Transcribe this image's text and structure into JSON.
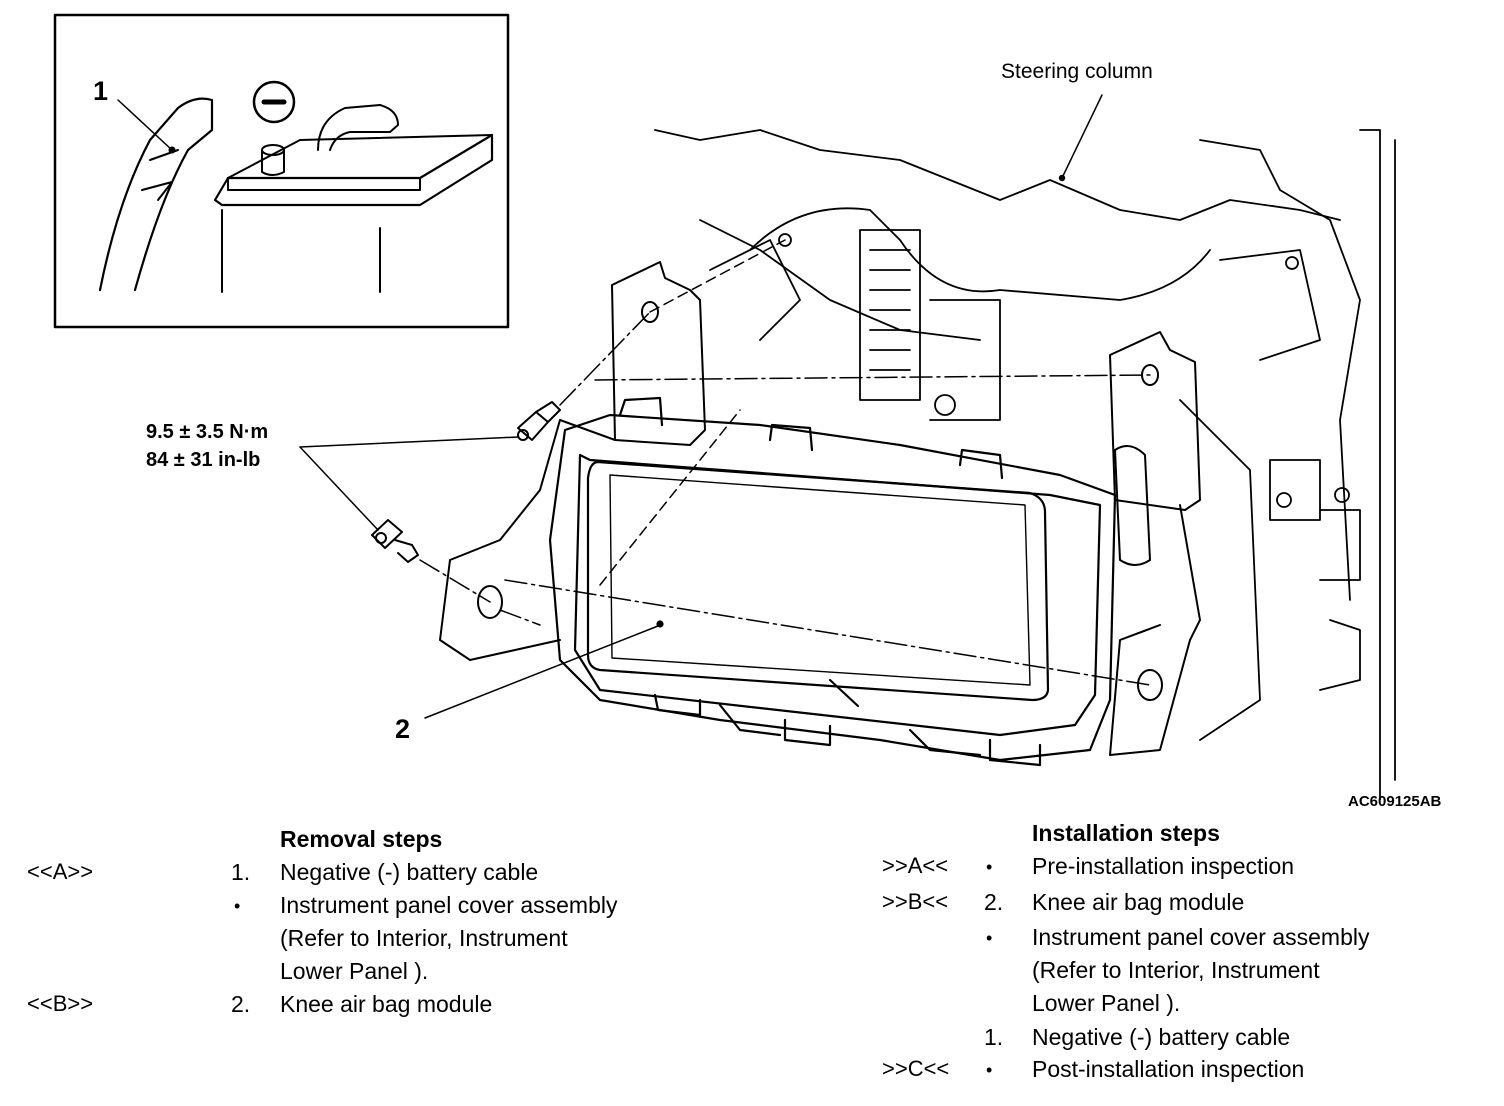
{
  "figure": {
    "figure_id": "AC609125AB",
    "inset_callout": "1",
    "inset_symbol": "−",
    "module_callout": "2",
    "steering_label": "Steering column",
    "torque_nm": "9.5 ± 3.5 N·m",
    "torque_inlb": "84 ± 31 in-lb"
  },
  "removal": {
    "heading": "Removal steps",
    "rows": [
      {
        "tag": "<<A>>",
        "num": "1.",
        "bullet": "",
        "text": "Negative (-) battery cable"
      },
      {
        "tag": "",
        "num": "",
        "bullet": "•",
        "text": "Instrument panel cover assembly"
      },
      {
        "tag": "",
        "num": "",
        "bullet": "",
        "text": "(Refer to Interior,  Instrument"
      },
      {
        "tag": "",
        "num": "",
        "bullet": "",
        "text": "Lower Panel )."
      },
      {
        "tag": "<<B>>",
        "num": "2.",
        "bullet": "",
        "text": "Knee air bag module"
      }
    ]
  },
  "installation": {
    "heading": "Installation steps",
    "rows": [
      {
        "tag": ">>A<<",
        "num": "",
        "bullet": "•",
        "text": "Pre-installation inspection"
      },
      {
        "tag": ">>B<<",
        "num": "2.",
        "bullet": "",
        "text": "Knee air bag module"
      },
      {
        "tag": "",
        "num": "",
        "bullet": "•",
        "text": "Instrument panel cover assembly"
      },
      {
        "tag": "",
        "num": "",
        "bullet": "",
        "text": "(Refer to Interior, Instrument"
      },
      {
        "tag": "",
        "num": "",
        "bullet": "",
        "text": "Lower Panel )."
      },
      {
        "tag": "",
        "num": "1.",
        "bullet": "",
        "text": "Negative (-) battery cable"
      },
      {
        "tag": ">>C<<",
        "num": "",
        "bullet": "•",
        "text": "Post-installation inspection"
      }
    ]
  },
  "colors": {
    "ink": "#000000",
    "paper": "#ffffff"
  }
}
